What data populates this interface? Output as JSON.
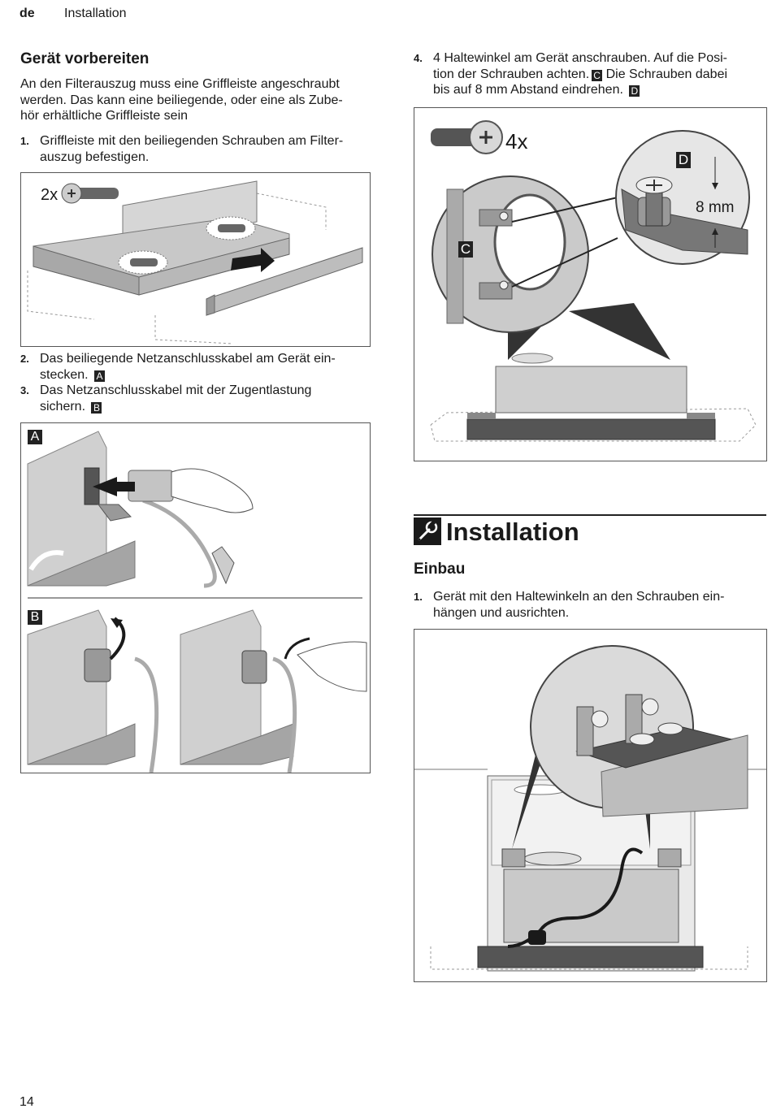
{
  "header": {
    "lang": "de",
    "section": "Installation"
  },
  "left": {
    "heading": "Gerät vorbereiten",
    "intro": [
      "An den Filterauszug muss eine Griffleiste angeschraubt",
      "werden. Das kann eine beiliegende, oder eine als Zube-",
      "hör erhältliche Griffleiste sein"
    ],
    "step1_num": "1.",
    "step1": [
      "Griffleiste mit den beiliegenden Schrauben am Filter-",
      "auszug befestigen."
    ],
    "fig1_count": "2x",
    "step2_num": "2.",
    "step2": [
      "Das beiliegende Netzanschlusskabel am Gerät ein-",
      "stecken."
    ],
    "step2_ref": "A",
    "step3_num": "3.",
    "step3": [
      "Das Netzanschlusskabel mit der Zugentlastung",
      "sichern."
    ],
    "step3_ref": "B",
    "fig2_label_a": "A",
    "fig2_label_b": "B"
  },
  "right": {
    "step4_num": "4.",
    "step4": [
      "4 Haltewinkel am Gerät anschrauben. Auf die Posi-",
      "tion der Schrauben achten.",
      " Die Schrauben dabei",
      "bis auf 8 mm Abstand eindrehen."
    ],
    "step4_ref_c": "C",
    "step4_ref_d": "D",
    "fig3_count": "4x",
    "fig3_label_c": "C",
    "fig3_label_d": "D",
    "fig3_dim": "8 mm",
    "section_title": "Installation",
    "subheading": "Einbau",
    "einbau_num": "1.",
    "einbau_step": [
      "Gerät mit den Haltewinkeln an den Schrauben ein-",
      "hängen und ausrichten."
    ]
  },
  "footer": {
    "page": "14"
  }
}
